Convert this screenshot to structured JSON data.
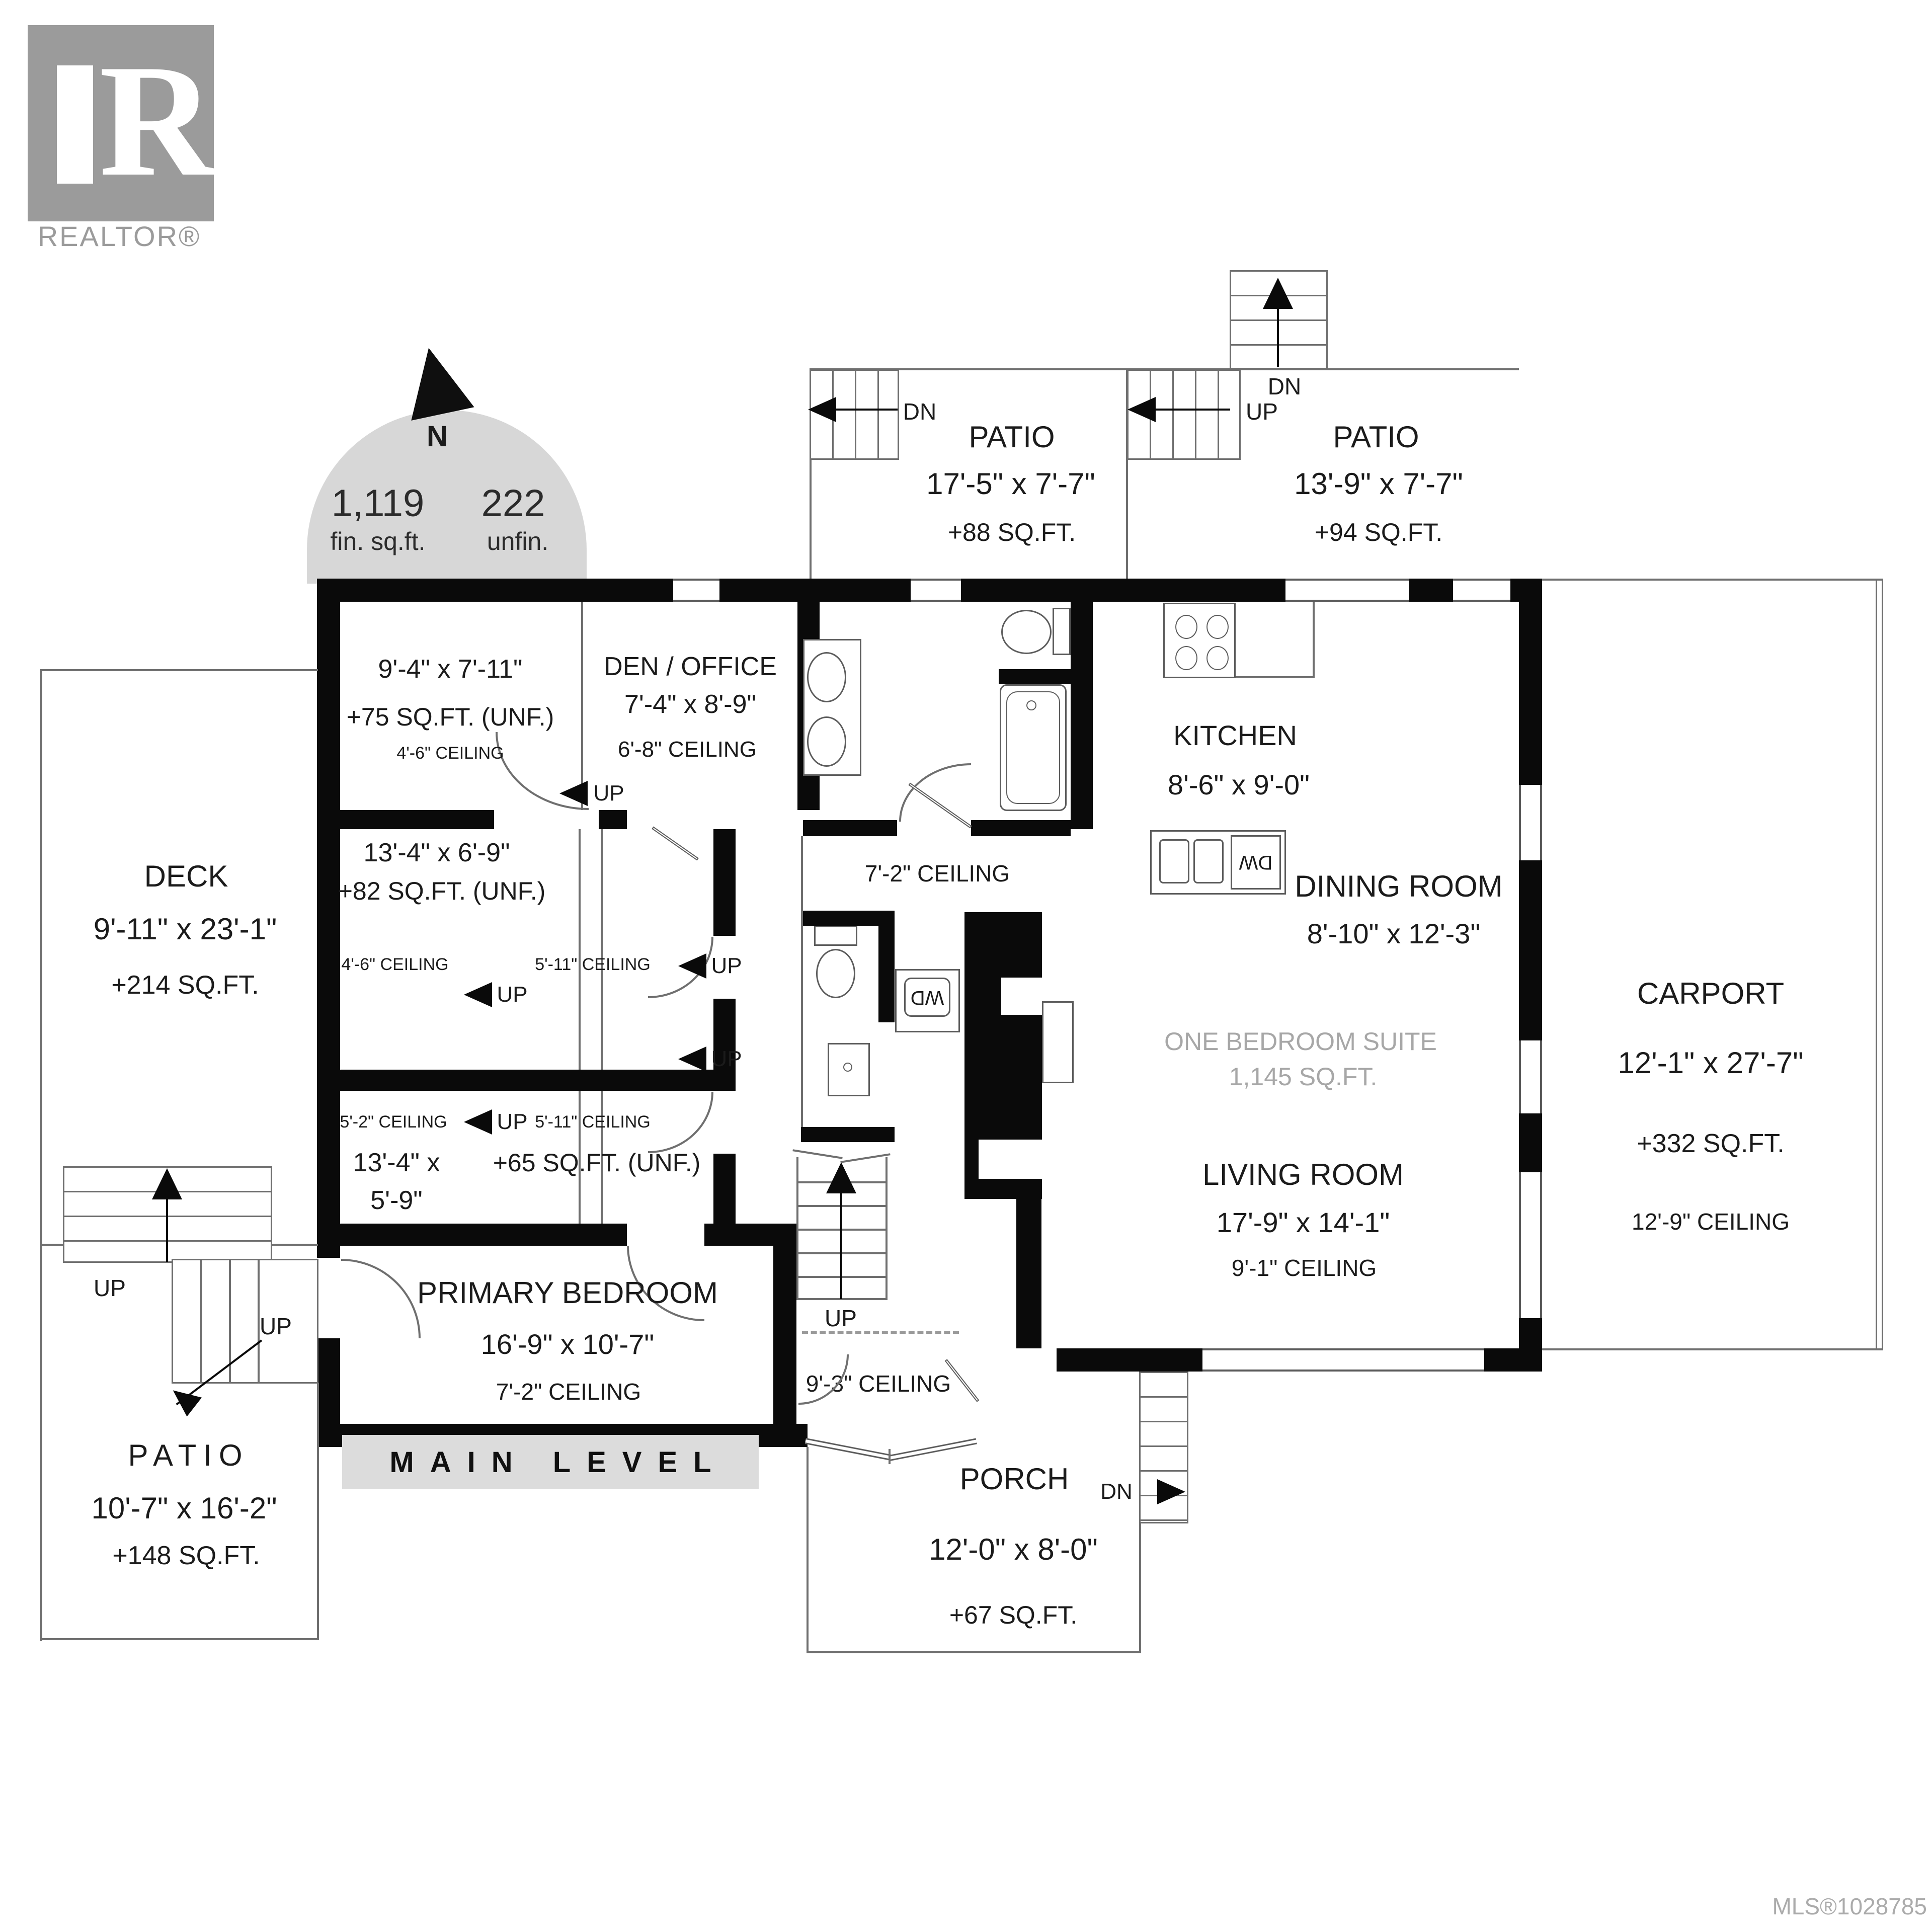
{
  "branding": {
    "realtor": "REALTOR®",
    "logo_letter": "R"
  },
  "compass": {
    "north": "N",
    "finished_value": "1,119",
    "finished_label": "fin. sq.ft.",
    "unfinished_value": "222",
    "unfinished_label": "unfin."
  },
  "plan_title": "MAIN LEVEL",
  "mls": "MLS®1028785",
  "suite_note": {
    "line1": "ONE BEDROOM SUITE",
    "line2": "1,145 SQ.FT."
  },
  "rooms": {
    "patio_top_left": {
      "name": "PATIO",
      "dims": "17'-5\" x 7'-7\"",
      "area": "+88 SQ.FT."
    },
    "patio_top_right": {
      "name": "PATIO",
      "dims": "13'-9\" x 7'-7\"",
      "area": "+94 SQ.FT."
    },
    "storage_a": {
      "dims": "9'-4\" x 7'-11\"",
      "area": "+75 SQ.FT. (UNF.)",
      "ceiling": "4'-6\" CEILING"
    },
    "den_office": {
      "name": "DEN / OFFICE",
      "dims": "7'-4\" x 8'-9\"",
      "ceiling": "6'-8\" CEILING"
    },
    "kitchen": {
      "name": "KITCHEN",
      "dims": "8'-6\" x 9'-0\""
    },
    "dining_room": {
      "name": "DINING ROOM",
      "dims": "8'-10\" x 12'-3\""
    },
    "living_room": {
      "name": "LIVING ROOM",
      "dims": "17'-9\" x 14'-1\"",
      "ceiling": "9'-1\" CEILING"
    },
    "carport": {
      "name": "CARPORT",
      "dims": "12'-1\" x 27'-7\"",
      "area": "+332 SQ.FT.",
      "ceiling": "12'-9\" CEILING"
    },
    "deck": {
      "name": "DECK",
      "dims": "9'-11\" x 23'-1\"",
      "area": "+214 SQ.FT."
    },
    "storage_b": {
      "dims": "13'-4\" x 6'-9\"",
      "area": "+82 SQ.FT. (UNF.)",
      "ceiling_left": "4'-6\" CEILING",
      "ceiling_right": "5'-11\" CEILING"
    },
    "storage_c": {
      "dims_line1": "13'-4\" x",
      "dims_line2": "5'-9\"",
      "area": "+65 SQ.FT. (UNF.)",
      "ceiling_left": "5'-2\" CEILING",
      "ceiling_right": "5'-11\" CEILING"
    },
    "primary_bedroom": {
      "name": "PRIMARY BEDROOM",
      "dims": "16'-9\" x 10'-7\"",
      "ceiling": "7'-2\" CEILING"
    },
    "porch": {
      "name": "PORCH",
      "dims": "12'-0\" x 8'-0\"",
      "area": "+67 SQ.FT."
    },
    "patio_bottom": {
      "name": "PATIO",
      "dims": "10'-7\" x 16'-2\"",
      "area": "+148 SQ.FT."
    }
  },
  "hall_labels": {
    "bath_hall_ceiling": "7'-2\" CEILING",
    "entry_ceiling": "9'-3\" CEILING"
  },
  "stair_labels": {
    "up": "UP",
    "dn": "DN"
  },
  "appliances": {
    "dishwasher": "DW",
    "washer_dryer": "WD"
  }
}
